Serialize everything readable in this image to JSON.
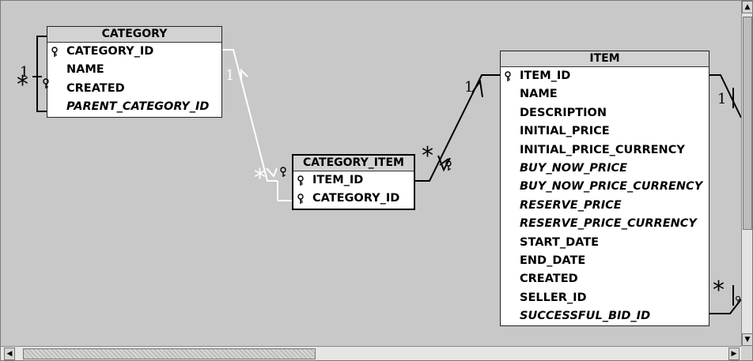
{
  "tables": {
    "category": {
      "name": "CATEGORY",
      "columns": [
        {
          "name": "CATEGORY_ID",
          "key": true,
          "nullable": false
        },
        {
          "name": "NAME",
          "key": false,
          "nullable": false
        },
        {
          "name": "CREATED",
          "key": false,
          "nullable": false
        },
        {
          "name": "PARENT_CATEGORY_ID",
          "key": false,
          "nullable": true
        }
      ]
    },
    "category_item": {
      "name": "CATEGORY_ITEM",
      "columns": [
        {
          "name": "ITEM_ID",
          "key": true,
          "nullable": false
        },
        {
          "name": "CATEGORY_ID",
          "key": true,
          "nullable": false
        }
      ]
    },
    "item": {
      "name": "ITEM",
      "columns": [
        {
          "name": "ITEM_ID",
          "key": true,
          "nullable": false
        },
        {
          "name": "NAME",
          "key": false,
          "nullable": false
        },
        {
          "name": "DESCRIPTION",
          "key": false,
          "nullable": false
        },
        {
          "name": "INITIAL_PRICE",
          "key": false,
          "nullable": false
        },
        {
          "name": "INITIAL_PRICE_CURRENCY",
          "key": false,
          "nullable": false
        },
        {
          "name": "BUY_NOW_PRICE",
          "key": false,
          "nullable": true
        },
        {
          "name": "BUY_NOW_PRICE_CURRENCY",
          "key": false,
          "nullable": true
        },
        {
          "name": "RESERVE_PRICE",
          "key": false,
          "nullable": true
        },
        {
          "name": "RESERVE_PRICE_CURRENCY",
          "key": false,
          "nullable": true
        },
        {
          "name": "START_DATE",
          "key": false,
          "nullable": false
        },
        {
          "name": "END_DATE",
          "key": false,
          "nullable": false
        },
        {
          "name": "CREATED",
          "key": false,
          "nullable": false
        },
        {
          "name": "SELLER_ID",
          "key": false,
          "nullable": false
        },
        {
          "name": "SUCCESSFUL_BID_ID",
          "key": false,
          "nullable": true
        }
      ]
    }
  },
  "cardinality": {
    "self_one": "1",
    "self_many": "*",
    "cat_one": "1",
    "cat_many": "*",
    "item_one": "1",
    "item_many": "*",
    "right_one": "1",
    "right_many": "*"
  },
  "colors": {
    "canvas": "#c8c8c8",
    "selected_link": "#ffffff",
    "link": "#000000"
  }
}
